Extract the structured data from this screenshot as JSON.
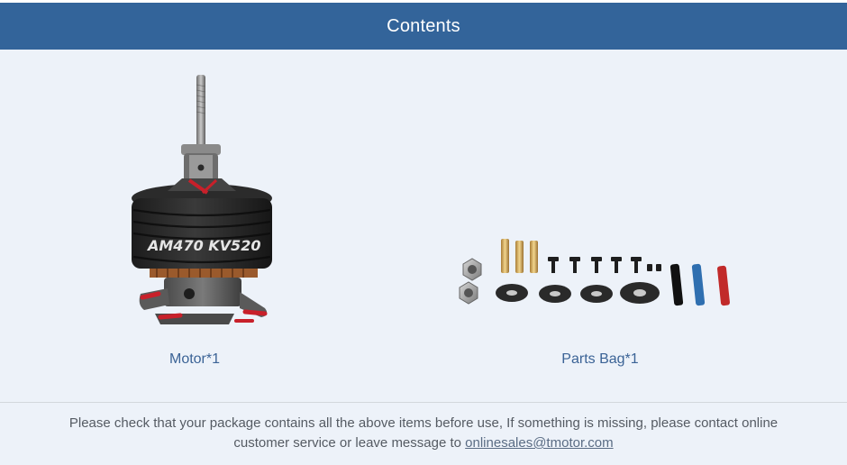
{
  "header": {
    "title": "Contents"
  },
  "items": [
    {
      "label": "Motor*1",
      "icon": "motor-icon",
      "engraving": "AM470 KV520"
    },
    {
      "label": "Parts Bag*1",
      "icon": "parts-bag-icon"
    }
  ],
  "footer": {
    "notice_line1": "Please check that your package contains all the above items before use, If something is missing, please contact online",
    "notice_line2": "customer service or leave message to",
    "email": "onlinesales@tmotor.com"
  },
  "colors": {
    "header_bg": "#33649a",
    "panel_bg": "#edf2f9",
    "caption": "#3b6396",
    "accent_red": "#c8202a"
  }
}
